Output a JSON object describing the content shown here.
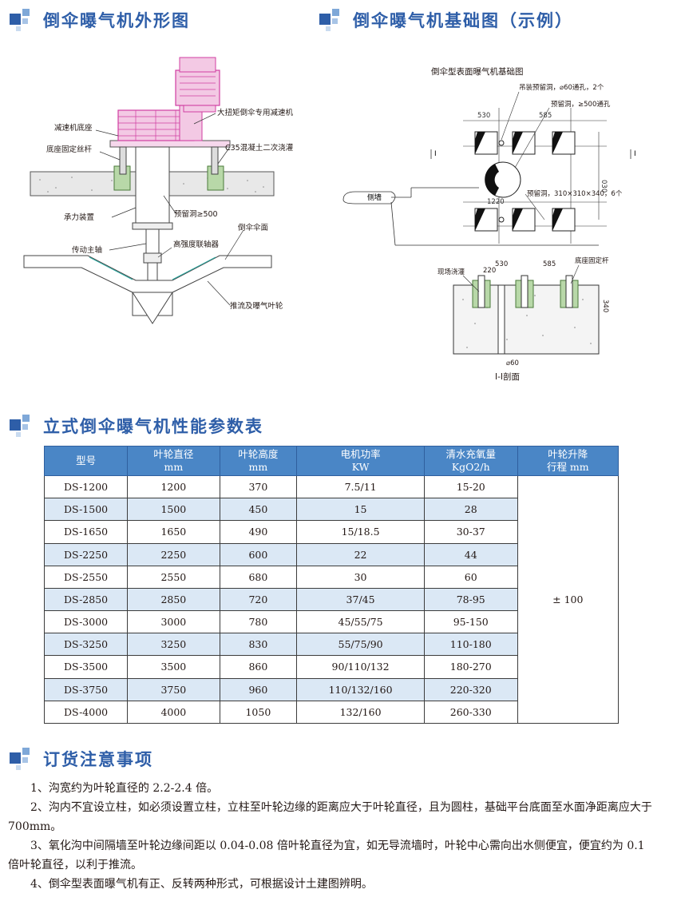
{
  "sections": {
    "outline_title": "倒伞曝气机外形图",
    "foundation_title": "倒伞曝气机基础图（示例）",
    "table_title": "立式倒伞曝气机性能参数表",
    "notes_title": "订货注意事项"
  },
  "outline_labels": {
    "reducer_base": "减速机底座",
    "anchor_bolt": "底座固定丝杆",
    "reducer": "大扭矩倒伞专用减速机",
    "concrete": "C35混凝土二次浇灌",
    "bearing": "承力装置",
    "hole": "预留洞≥500",
    "shaft": "传动主轴",
    "coupling": "高强度联轴器",
    "umbrella": "倒伞伞面",
    "impeller": "推流及曝气叶轮"
  },
  "foundation_labels": {
    "title": "倒伞型表面曝气机基础图",
    "lift_hole": "吊装预留洞，⌀60通孔，2个",
    "center_hole": "预留洞，≥500通孔",
    "side_holes": "预留洞，310×310×340，6个",
    "dim_530": "530",
    "dim_585": "585",
    "dim_1220": "1220",
    "dim_030": "030",
    "dim_340": "340",
    "dim_220": "220",
    "dim_60": "⌀60",
    "wall": "侧墙",
    "section_mark": "I",
    "cast_on_site": "现场浇灌",
    "base_bolt": "底座固定杆",
    "section_caption": "I-I剖面"
  },
  "table": {
    "headers": [
      [
        "型号",
        ""
      ],
      [
        "叶轮直径",
        "mm"
      ],
      [
        "叶轮高度",
        "mm"
      ],
      [
        "电机功率",
        "KW"
      ],
      [
        "清水充氧量",
        "KgO2/h"
      ],
      [
        "叶轮升降",
        "行程 mm"
      ]
    ],
    "rows": [
      [
        "DS-1200",
        "1200",
        "370",
        "7.5/11",
        "15-20"
      ],
      [
        "DS-1500",
        "1500",
        "450",
        "15",
        "28"
      ],
      [
        "DS-1650",
        "1650",
        "490",
        "15/18.5",
        "30-37"
      ],
      [
        "DS-2250",
        "2250",
        "600",
        "22",
        "44"
      ],
      [
        "DS-2550",
        "2550",
        "680",
        "30",
        "60"
      ],
      [
        "DS-2850",
        "2850",
        "720",
        "37/45",
        "78-95"
      ],
      [
        "DS-3000",
        "3000",
        "780",
        "45/55/75",
        "95-150"
      ],
      [
        "DS-3250",
        "3250",
        "830",
        "55/75/90",
        "110-180"
      ],
      [
        "DS-3500",
        "3500",
        "860",
        "90/110/132",
        "180-270"
      ],
      [
        "DS-3750",
        "3750",
        "960",
        "110/132/160",
        "220-320"
      ],
      [
        "DS-4000",
        "4000",
        "1050",
        "132/160",
        "260-330"
      ]
    ],
    "lift_stroke": "± 100"
  },
  "notes": [
    "1、沟宽约为叶轮直径的 2.2-2.4 倍。",
    "2、沟内不宜设立柱，如必须设置立柱，立柱至叶轮边缘的距离应大于叶轮直径，且为圆柱，基础平台底面至水面净距离应大于 700mm。",
    "3、氧化沟中间隔墙至叶轮边缘间距以 0.04-0.08 倍叶轮直径为宜，如无导流墙时，叶轮中心需向出水侧便宜，便宜约为 0.1 倍叶轮直径，以利于推流。",
    "4、倒伞型表面曝气机有正、反转两种形式，可根据设计土建图辨明。"
  ],
  "colors": {
    "title_blue": "#2e5ea8",
    "header_blue": "#4a86c6",
    "row_shade": "#dbe8f5",
    "reducer_pink": "#d03ea2",
    "concrete_green": "#b8d8a8"
  }
}
